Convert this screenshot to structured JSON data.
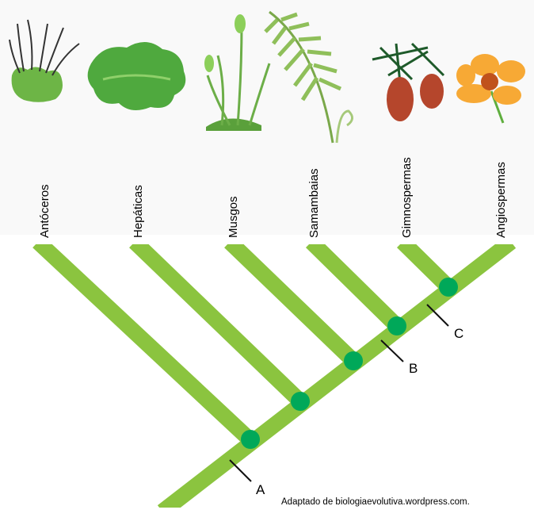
{
  "taxa": [
    {
      "name": "Antóceros",
      "icon": "hornwort-icon"
    },
    {
      "name": "Hepáticas",
      "icon": "liverwort-icon"
    },
    {
      "name": "Musgos",
      "icon": "moss-icon"
    },
    {
      "name": "Samambaias",
      "icon": "fern-icon"
    },
    {
      "name": "Gimnospermas",
      "icon": "pine-cone-icon"
    },
    {
      "name": "Angiospermas",
      "icon": "flower-icon"
    }
  ],
  "clades": [
    "A",
    "B",
    "C"
  ],
  "caption": "Adaptado de biologiaevolutiva.wordpress.com.",
  "colors": {
    "branch": "#8bc43f",
    "node": "#00a859",
    "leaf": "#5fae3e",
    "flower": "#f7a935",
    "cone": "#b5462c"
  }
}
